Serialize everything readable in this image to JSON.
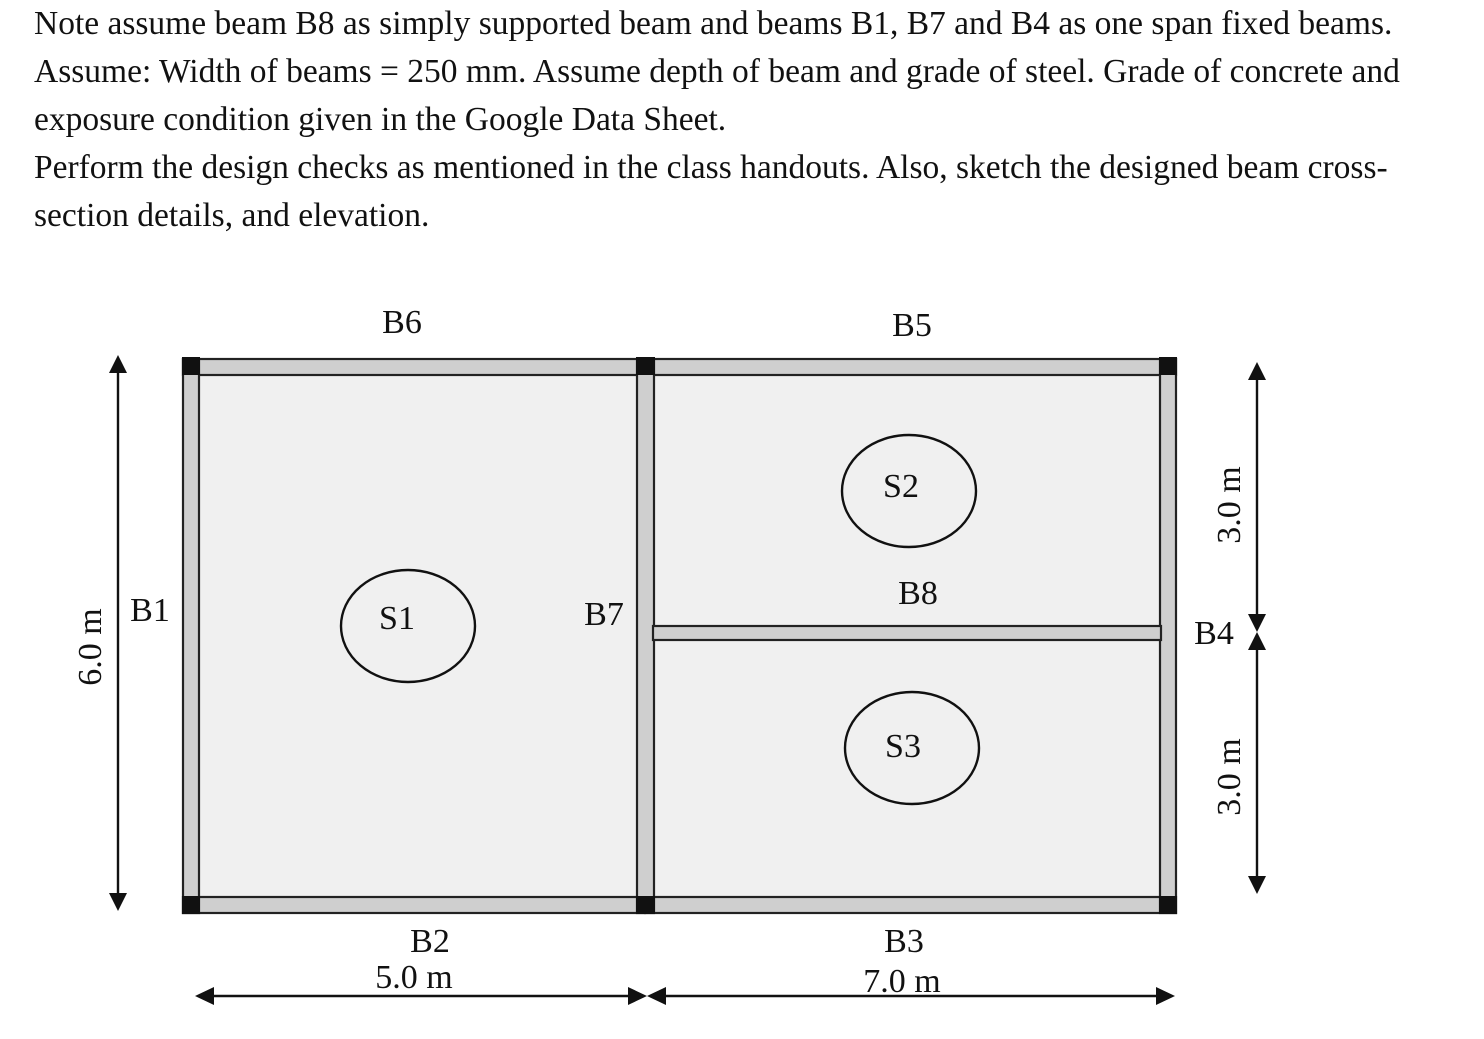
{
  "note": {
    "paragraph1": "Note assume beam B8 as simply supported beam and beams B1, B7 and B4 as one span fixed beams. Assume: Width of beams = 250 mm. Assume depth of beam and grade of steel. Grade of concrete and exposure condition given in the Google Data Sheet.",
    "paragraph2": "Perform the design checks as mentioned in the class handouts. Also, sketch the designed beam cross-section details, and elevation."
  },
  "plan": {
    "beams": {
      "b1": "B1",
      "b2": "B2",
      "b3": "B3",
      "b4": "B4",
      "b5": "B5",
      "b6": "B6",
      "b7": "B7",
      "b8": "B8"
    },
    "slabs": {
      "s1": "S1",
      "s2": "S2",
      "s3": "S3"
    },
    "dimensions": {
      "left_height": "6.0 m",
      "bottom_left": "5.0 m",
      "bottom_right": "7.0 m",
      "right_top": "3.0 m",
      "right_bottom": "3.0 m"
    },
    "colors": {
      "beam_fill": "#cfcfcf",
      "slab_fill": "#f0f0f0",
      "column_fill": "#111111"
    }
  }
}
